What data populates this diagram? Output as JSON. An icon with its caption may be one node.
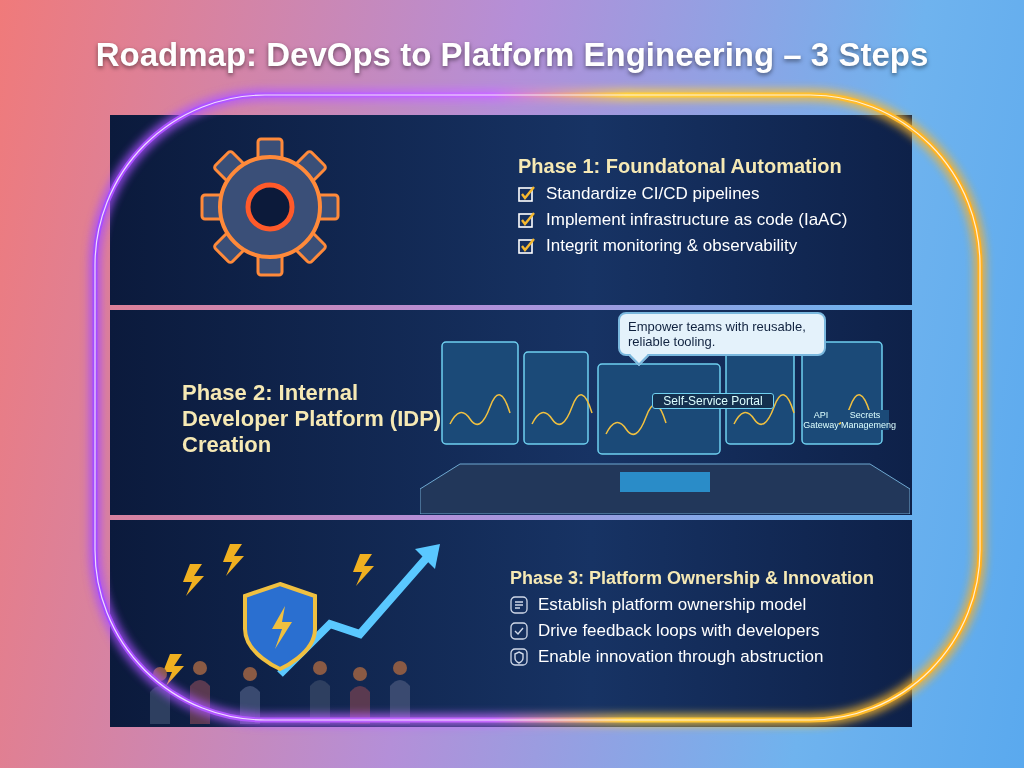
{
  "diagram": {
    "title": "Roadmap: DevOps to Platform Engineering – 3 Steps",
    "nodes": [
      {
        "text": [
          "Phase 1: Foundatonal Automation",
          "Standardize CI/CD pipelines",
          "Implement infrastructure as code (IaAC)",
          "Integrit monitoring & observability"
        ]
      },
      {
        "text": [
          "Phase 2: Internal Developer Platform (IDP) Creation"
        ]
      },
      {
        "text": [
          "Empower teams with reusable, reliable tooling."
        ],
        "in": 1
      },
      {
        "text": [
          "Phase 3: Platform Ownership & Innovation",
          "Establish platform ownership model",
          "Drive feedback loops with developers",
          "Enable innovation through abstruction"
        ]
      }
    ],
    "labels": [
      "Self-Service Portal",
      "API Gateway",
      "Secrets Managemeng"
    ]
  }
}
